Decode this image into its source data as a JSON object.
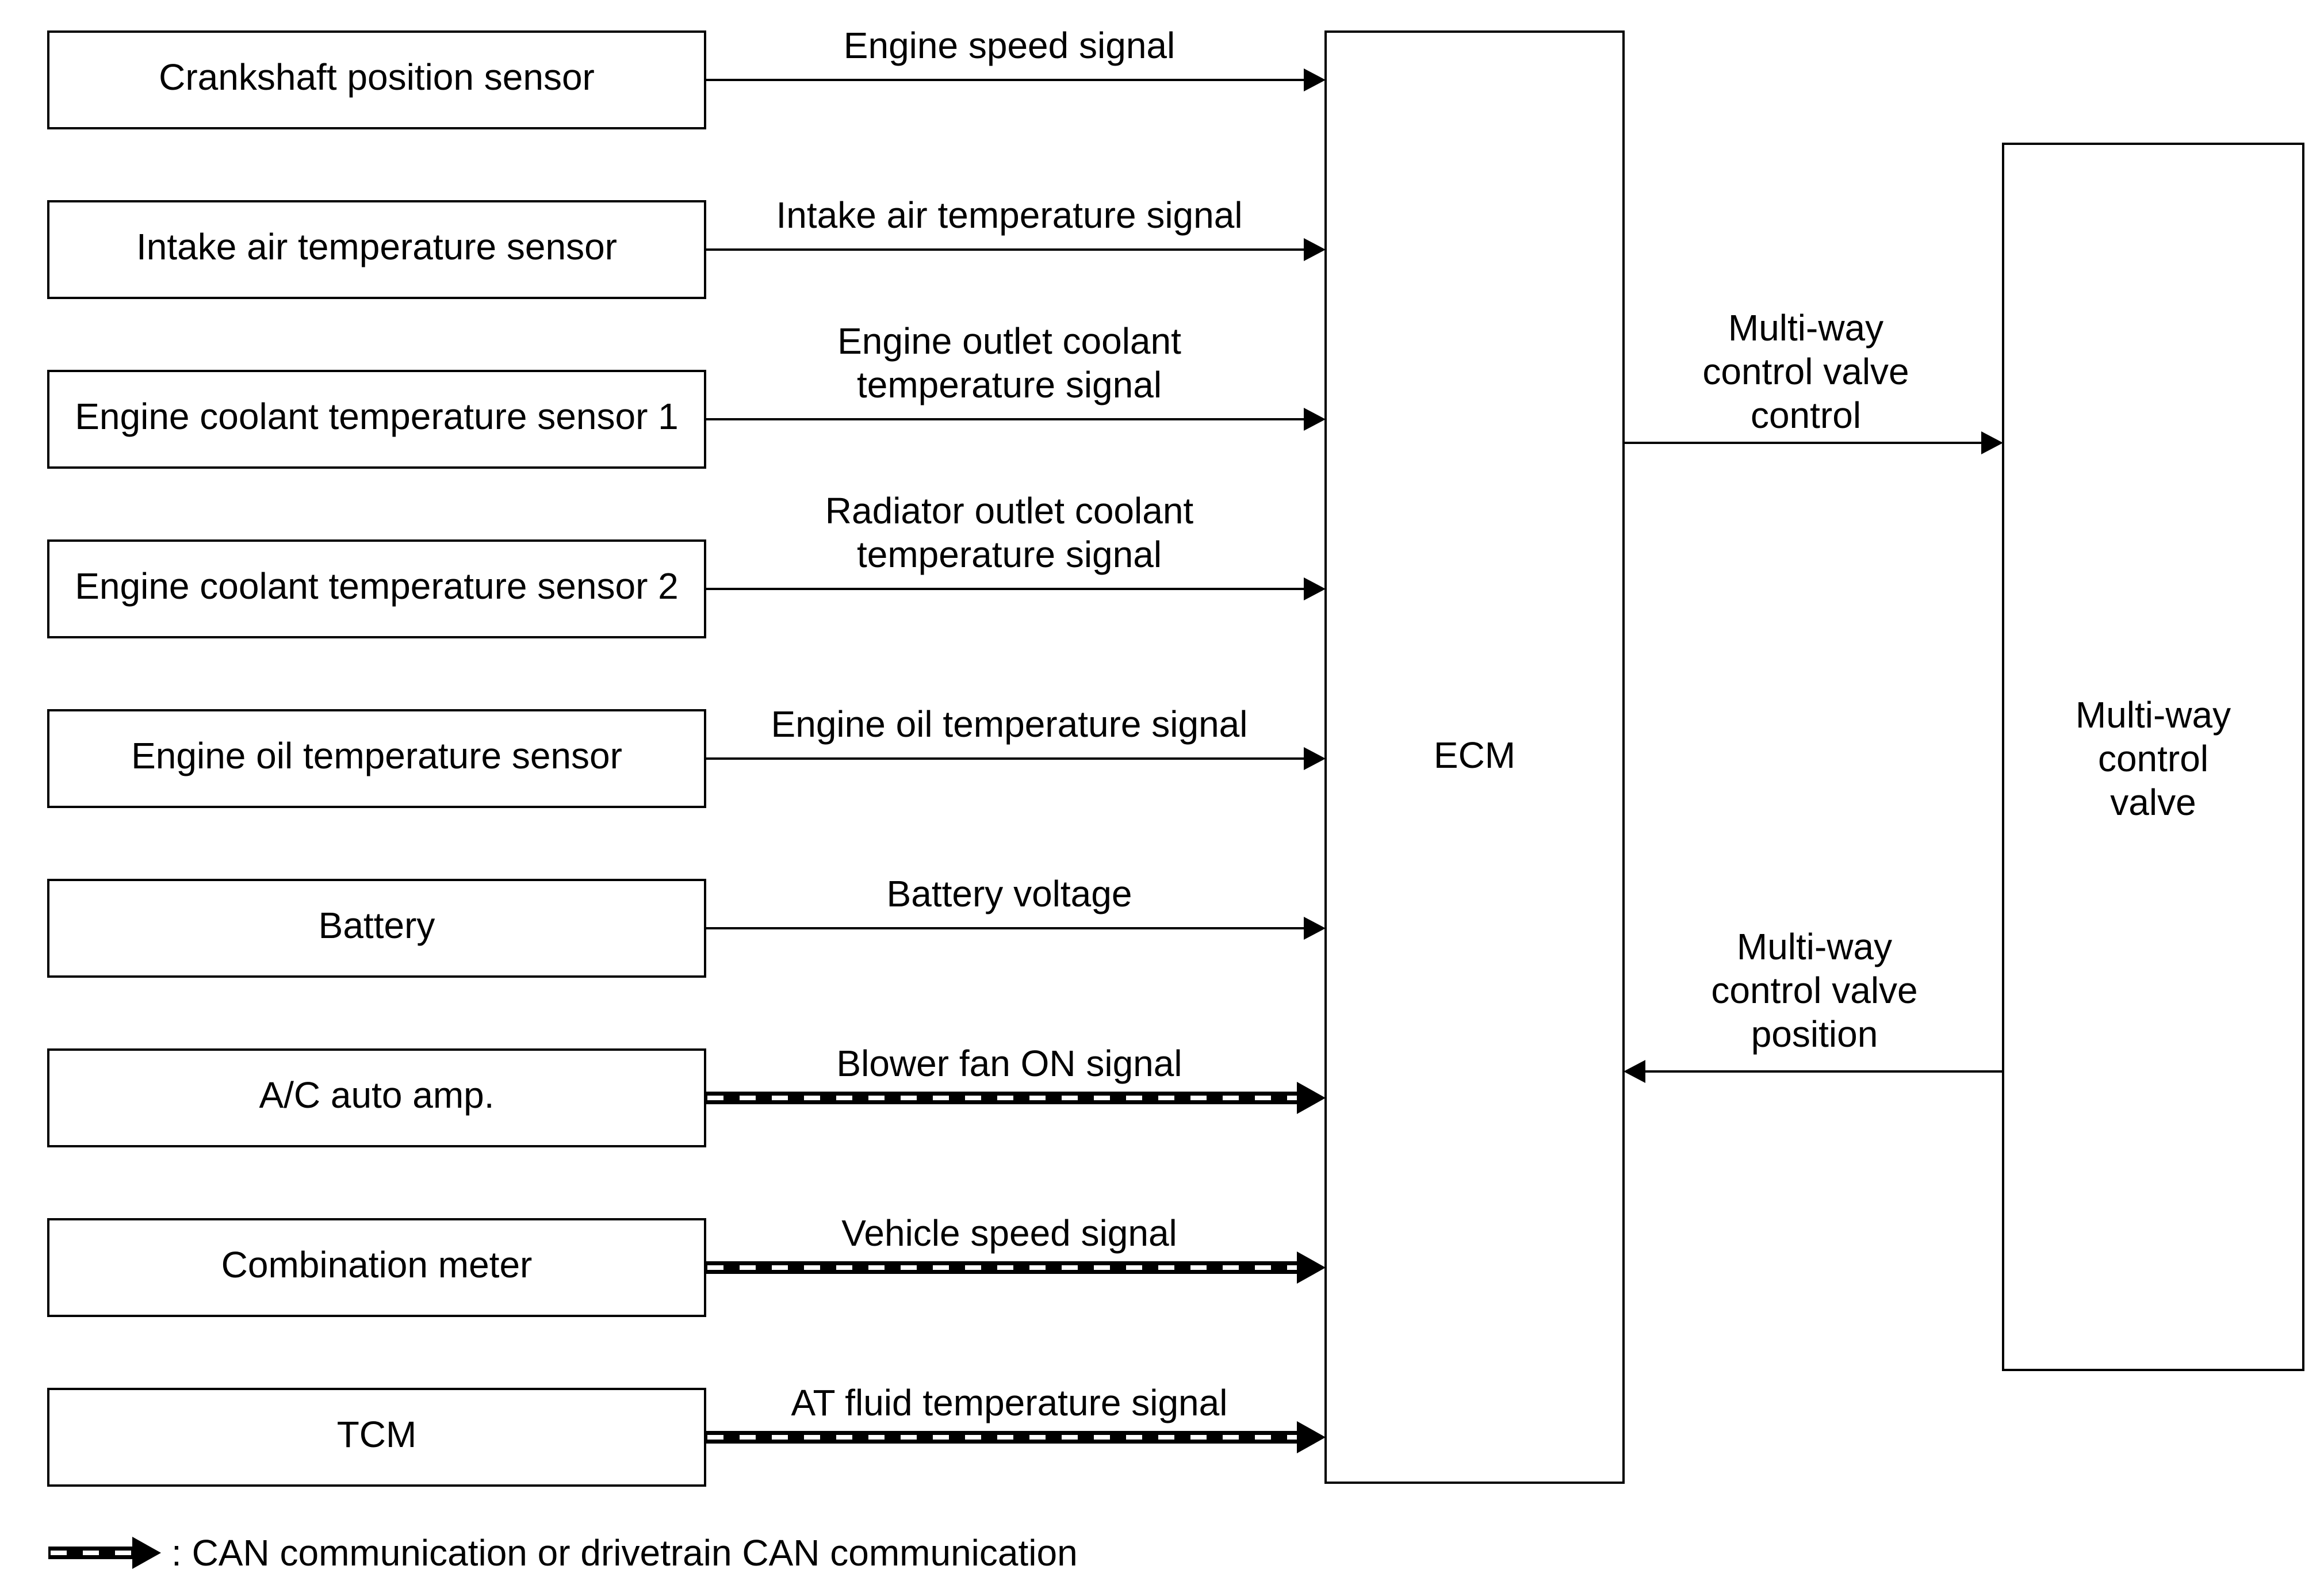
{
  "sources": [
    {
      "id": "crankshaft",
      "label": "Crankshaft position sensor",
      "signal": [
        "Engine speed signal"
      ],
      "can": false
    },
    {
      "id": "intake",
      "label": "Intake air temperature sensor",
      "signal": [
        "Intake air temperature signal"
      ],
      "can": false
    },
    {
      "id": "ect1",
      "label": "Engine coolant temperature sensor 1",
      "signal": [
        "Engine outlet coolant",
        "temperature signal"
      ],
      "can": false
    },
    {
      "id": "ect2",
      "label": "Engine coolant temperature sensor 2",
      "signal": [
        "Radiator outlet coolant",
        "temperature signal"
      ],
      "can": false
    },
    {
      "id": "oil",
      "label": "Engine oil temperature sensor",
      "signal": [
        "Engine oil temperature signal"
      ],
      "can": false
    },
    {
      "id": "battery",
      "label": "Battery",
      "signal": [
        "Battery voltage"
      ],
      "can": false
    },
    {
      "id": "ac-amp",
      "label": "A/C auto amp.",
      "signal": [
        "Blower fan ON signal"
      ],
      "can": true
    },
    {
      "id": "meter",
      "label": "Combination meter",
      "signal": [
        "Vehicle speed signal"
      ],
      "can": true
    },
    {
      "id": "tcm",
      "label": "TCM",
      "signal": [
        "AT fluid temperature signal"
      ],
      "can": true
    }
  ],
  "ecm": {
    "label": "ECM"
  },
  "valve": {
    "label": [
      "Multi-way",
      "control",
      "valve"
    ]
  },
  "valve_control_signal": [
    "Multi-way",
    "control valve",
    "control"
  ],
  "valve_position_signal": [
    "Multi-way",
    "control valve",
    "position"
  ],
  "legend": {
    "text": ": CAN communication or drivetrain CAN communication"
  }
}
